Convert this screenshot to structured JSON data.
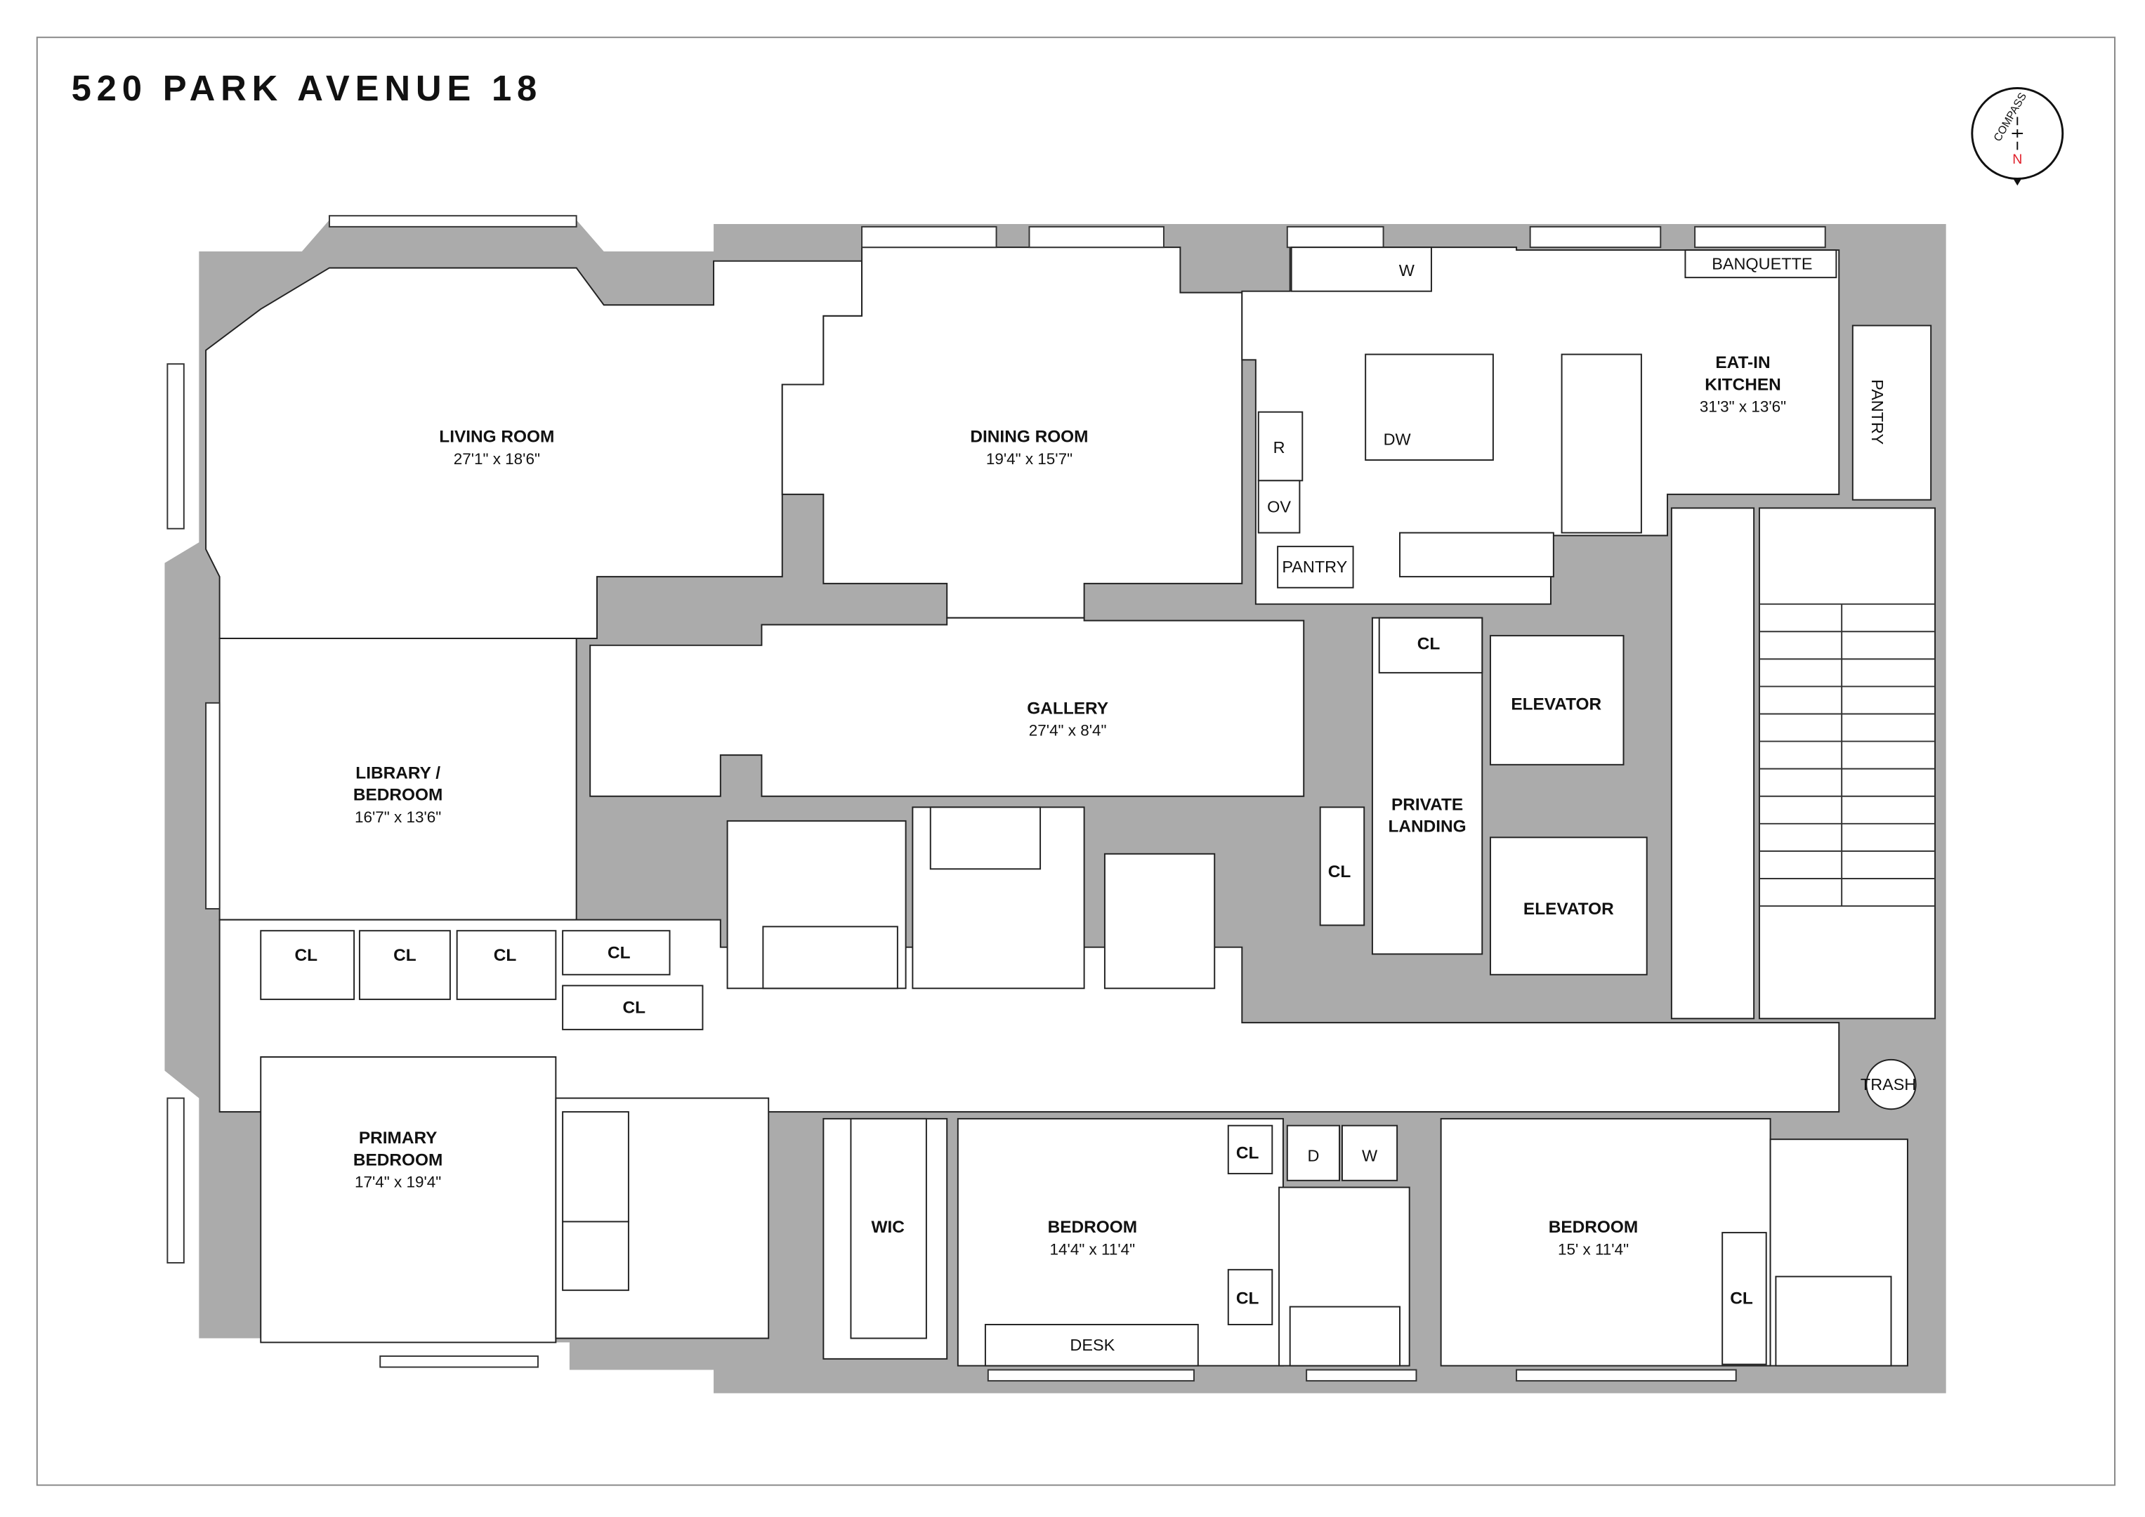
{
  "title": "520 PARK AVENUE 18",
  "compass": {
    "label": "COMPASS",
    "north": "N",
    "north_color": "#e0202a"
  },
  "colors": {
    "walls": "#ababab",
    "rooms": "#ffffff"
  },
  "rooms": {
    "living": {
      "name": "LIVING ROOM",
      "size": "27'1\" x 18'6\""
    },
    "dining": {
      "name": "DINING ROOM",
      "size": "19'4\" x 15'7\""
    },
    "kitchen": {
      "name1": "EAT-IN",
      "name2": "KITCHEN",
      "size": "31'3\" x 13'6\""
    },
    "gallery": {
      "name": "GALLERY",
      "size": "27'4\" x 8'4\""
    },
    "library": {
      "name1": "LIBRARY /",
      "name2": "BEDROOM",
      "size": "16'7\" x 13'6\""
    },
    "landing": {
      "name1": "PRIVATE",
      "name2": "LANDING"
    },
    "elevator1": {
      "name": "ELEVATOR"
    },
    "elevator2": {
      "name": "ELEVATOR"
    },
    "primary": {
      "name1": "PRIMARY",
      "name2": "BEDROOM",
      "size": "17'4\" x 19'4\""
    },
    "wic": {
      "name": "WIC"
    },
    "bedroom2": {
      "name": "BEDROOM",
      "size": "14'4\" x 11'4\""
    },
    "bedroom3": {
      "name": "BEDROOM",
      "size": "15' x 11'4\""
    }
  },
  "fixtures": {
    "banquette": "BANQUETTE",
    "pantry_kitchen": "PANTRY",
    "pantry_small": "PANTRY",
    "washer_top": "W",
    "dishwasher": "DW",
    "refrigerator": "R",
    "oven": "OV",
    "desk": "DESK",
    "trash": "TRASH",
    "dryer": "D",
    "washer": "W"
  },
  "closets": [
    "CL",
    "CL",
    "CL",
    "CL",
    "CL",
    "CL",
    "CL",
    "CL",
    "CL",
    "CL"
  ]
}
